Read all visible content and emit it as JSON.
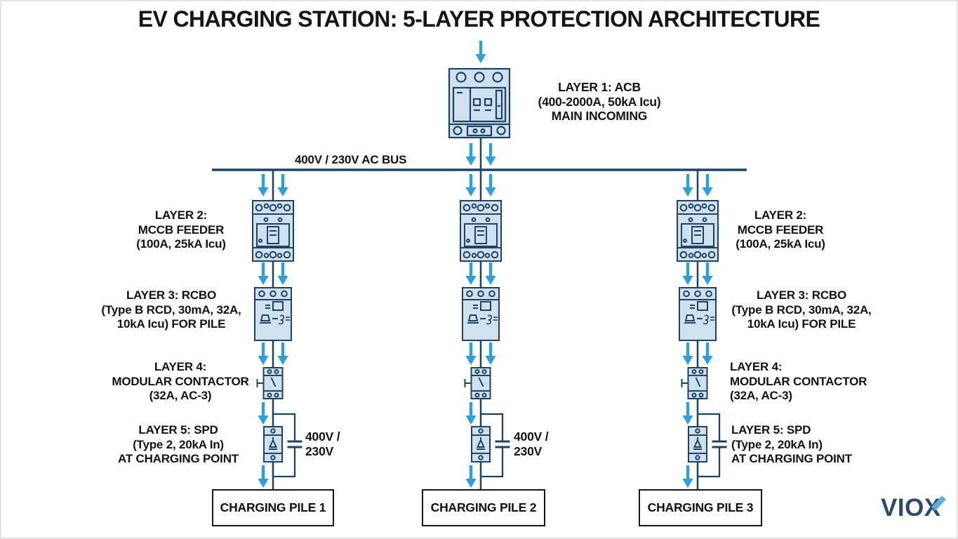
{
  "title": "EV CHARGING STATION: 5-LAYER PROTECTION ARCHITECTURE",
  "bus": {
    "label": "400V / 230V AC BUS"
  },
  "layers": {
    "layer1": {
      "lines": [
        "LAYER 1: ACB",
        "(400-2000A, 50kA Icu)",
        "MAIN INCOMING"
      ]
    },
    "layer2": {
      "lines": [
        "LAYER 2:",
        "MCCB FEEDER",
        "(100A, 25kA Icu)"
      ]
    },
    "layer3": {
      "lines": [
        "LAYER 3: RCBO",
        "(Type B RCD, 30mA, 32A,",
        "10kA Icu) FOR PILE"
      ]
    },
    "layer4": {
      "lines": [
        "LAYER 4:",
        "MODULAR CONTACTOR",
        "(32A, AC-3)"
      ]
    },
    "layer5": {
      "lines": [
        "LAYER 5: SPD",
        "(Type 2, 20kA In)",
        "AT CHARGING POINT"
      ]
    }
  },
  "spd_voltage": {
    "lines": [
      "400V /",
      "230V"
    ]
  },
  "piles": [
    "CHARGING PILE 1",
    "CHARGING PILE 2",
    "CHARGING PILE 3"
  ],
  "logo": {
    "text": "VIOX"
  },
  "colors": {
    "wire": "#1d4263",
    "component_fill": "#cfe0ee",
    "flow_arrow": "#2e9fda",
    "text": "#121212",
    "pile_border": "#161616",
    "logo_navy": "#2d4a6e",
    "logo_accent": "#5fade0",
    "background": "#ffffff"
  },
  "icons": {
    "flow-arrow-icon": "▼",
    "acb-symbol": "air-circuit-breaker",
    "mccb-symbol": "molded-case-circuit-breaker",
    "rcbo-symbol": "residual-current-breaker-with-overcurrent",
    "contactor-symbol": "modular-contactor",
    "spd-symbol": "surge-protective-device",
    "capacitor-symbol": "charging-point-capacitor"
  }
}
